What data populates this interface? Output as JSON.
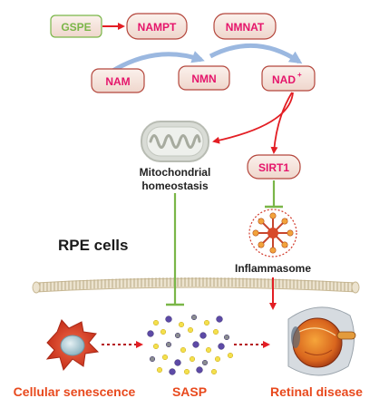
{
  "nodes": {
    "gspe": "GSPE",
    "nampt": "NAMPT",
    "nmnat": "NMNAT",
    "nam": "NAM",
    "nmn": "NMN",
    "nad": "NAD",
    "nad_sup": "+",
    "sirt1": "SIRT1"
  },
  "labels": {
    "mito_line1": "Mitochondrial",
    "mito_line2": "homeostasis",
    "inflammasome": "Inflammasome",
    "rpe_cells": "RPE cells",
    "cellular_senescence": "Cellular senescence",
    "sasp": "SASP",
    "retinal_disease": "Retinal disease"
  },
  "colors": {
    "node_text_red": "#e5156b",
    "gspe_text_green": "#7ab648",
    "node_fill": "#f4e4dd",
    "node_stroke": "#b4463c",
    "blue_arrow": "#9bb8e0",
    "red_arrow": "#e31e24",
    "green_inhibit": "#7ab648",
    "caption_red": "#e8491d",
    "membrane": "#d9cdb3"
  },
  "icons": [
    "mitochondrion-icon",
    "inflammasome-icon",
    "senescent-cell-icon",
    "sasp-particles-icon",
    "eye-icon",
    "cell-membrane-icon"
  ]
}
